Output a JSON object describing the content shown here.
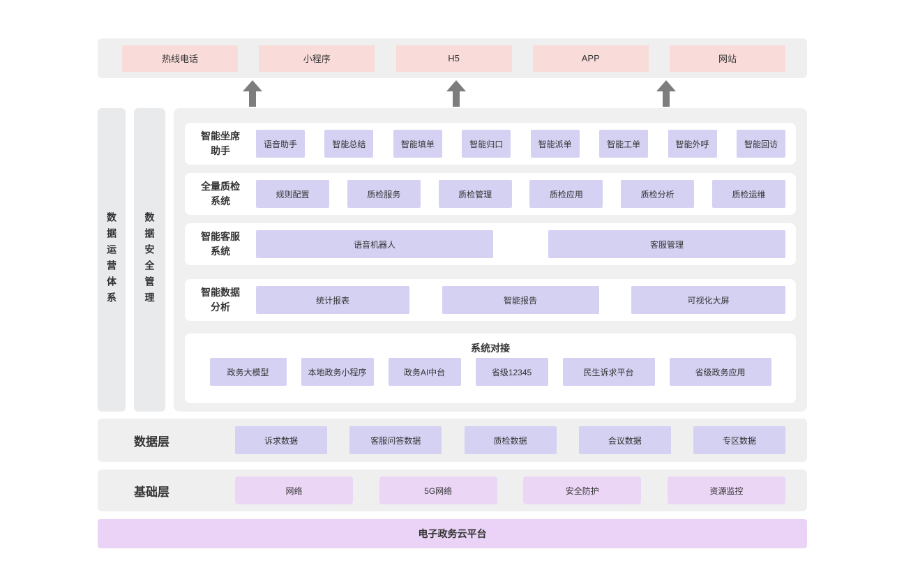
{
  "channels": {
    "items": [
      {
        "label": "热线电话"
      },
      {
        "label": "小程序"
      },
      {
        "label": "H5"
      },
      {
        "label": "APP"
      },
      {
        "label": "网站"
      }
    ]
  },
  "sidebars": {
    "operation": "数据运营体系",
    "security": "数据安全管理"
  },
  "modules": {
    "rows": [
      {
        "label": "智能坐席\n助手",
        "items": [
          "语音助手",
          "智能总结",
          "智能填单",
          "智能归口",
          "智能派单",
          "智能工单",
          "智能外呼",
          "智能回访"
        ]
      },
      {
        "label": "全量质检\n系统",
        "items": [
          "规则配置",
          "质检服务",
          "质检管理",
          "质检应用",
          "质检分析",
          "质检运维"
        ]
      },
      {
        "label": "智能客服\n系统",
        "items": [
          "语音机器人",
          "客服管理"
        ]
      },
      {
        "label": "智能数据\n分析",
        "items": [
          "统计报表",
          "智能报告",
          "可视化大屏"
        ]
      }
    ]
  },
  "integration": {
    "title": "系统对接",
    "items": [
      "政务大模型",
      "本地政务小程序",
      "政务AI中台",
      "省级12345",
      "民生诉求平台",
      "省级政务应用"
    ]
  },
  "data_layer": {
    "label": "数据层",
    "items": [
      "诉求数据",
      "客服问答数据",
      "质检数据",
      "会议数据",
      "专区数据"
    ]
  },
  "base_layer": {
    "label": "基础层",
    "items": [
      "网络",
      "5G网络",
      "安全防护",
      "资源监控"
    ]
  },
  "cloud": {
    "label": "电子政务云平台"
  },
  "colors": {
    "band_bg": "#efefef",
    "sidebar_bg": "#e9eaec",
    "panel_bg": "#f0f0f0",
    "channel_box": "#f9dbd9",
    "module_chip": "#d4d1f3",
    "base_chip": "#ecd6f6",
    "cloud_bar": "#ead3f6",
    "arrow": "#7d7d7d",
    "text": "#333333"
  }
}
